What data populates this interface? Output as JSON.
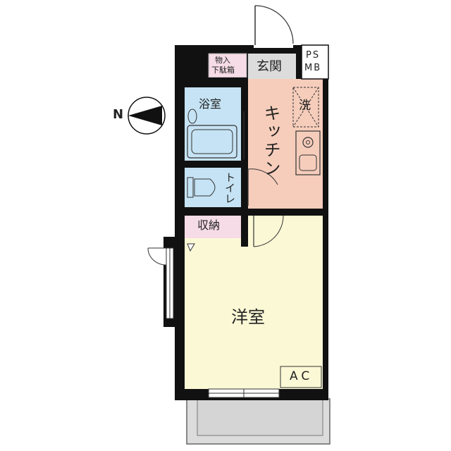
{
  "rooms": {
    "entrance": "玄関",
    "shoe_box_line1": "物入",
    "shoe_box_line2": "下駄箱",
    "ps": "PS",
    "mb": "MB",
    "bath": "浴室",
    "kitchen": "キッチン",
    "washer": "洗",
    "toilet": "トイレ",
    "storage": "収納",
    "western_room": "洋室",
    "ac": "AC"
  },
  "compass": {
    "label": "N"
  },
  "colors": {
    "bath": "#c5e3f4",
    "kitchen": "#f6cdbb",
    "western_room": "#fbf8d6",
    "storage": "#f6dce6",
    "entrance": "#dcdcdc",
    "balcony": "#dcdcdc",
    "wall": "#111111"
  }
}
